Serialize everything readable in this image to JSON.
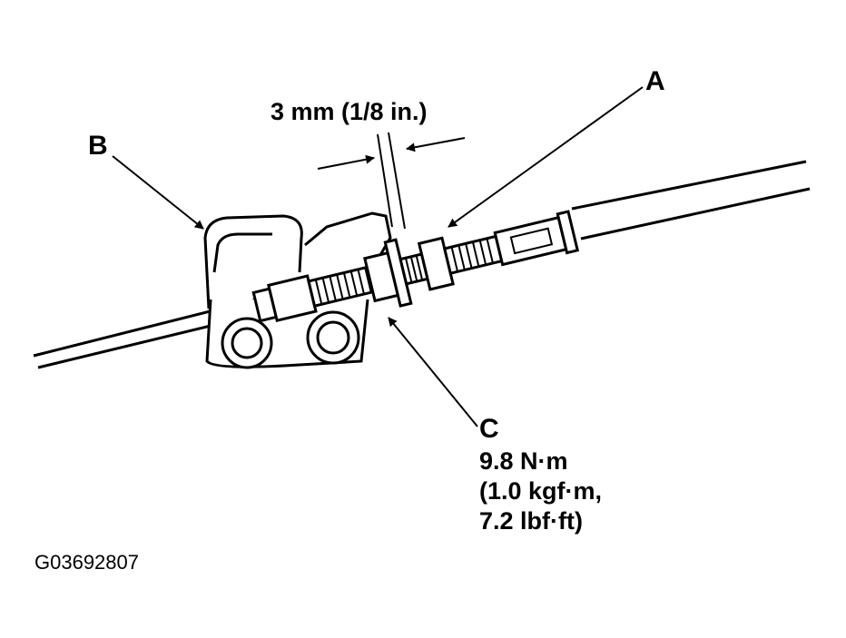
{
  "labels": {
    "a": "A",
    "b": "B",
    "c": "C",
    "dimension": "3 mm (1/8 in.)"
  },
  "torque": {
    "line1": "9.8 N·m",
    "line2": "(1.0 kgf·m,",
    "line3": "7.2 lbf·ft)"
  },
  "figure_id": "G03692807",
  "colors": {
    "ink": "#000000",
    "paper": "#ffffff"
  }
}
